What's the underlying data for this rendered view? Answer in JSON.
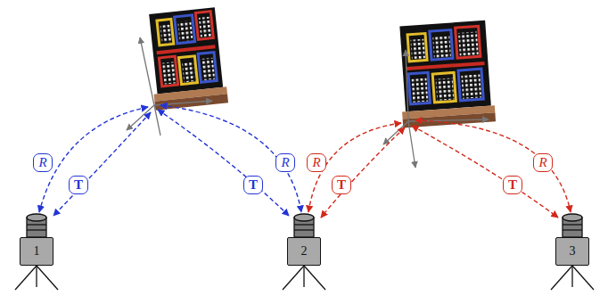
{
  "diagram": {
    "nodes": [
      {
        "text": [
          "R"
        ]
      },
      {
        "text": [
          "R"
        ]
      },
      {
        "text": [
          "R"
        ]
      },
      {
        "text": [
          "R"
        ]
      },
      {
        "text": [
          "T"
        ]
      },
      {
        "text": [
          "T"
        ]
      },
      {
        "text": [
          "T"
        ]
      },
      {
        "text": [
          "T"
        ]
      },
      {
        "text": [
          "1"
        ]
      },
      {
        "text": [
          "2"
        ]
      },
      {
        "text": [
          "3"
        ]
      }
    ]
  }
}
